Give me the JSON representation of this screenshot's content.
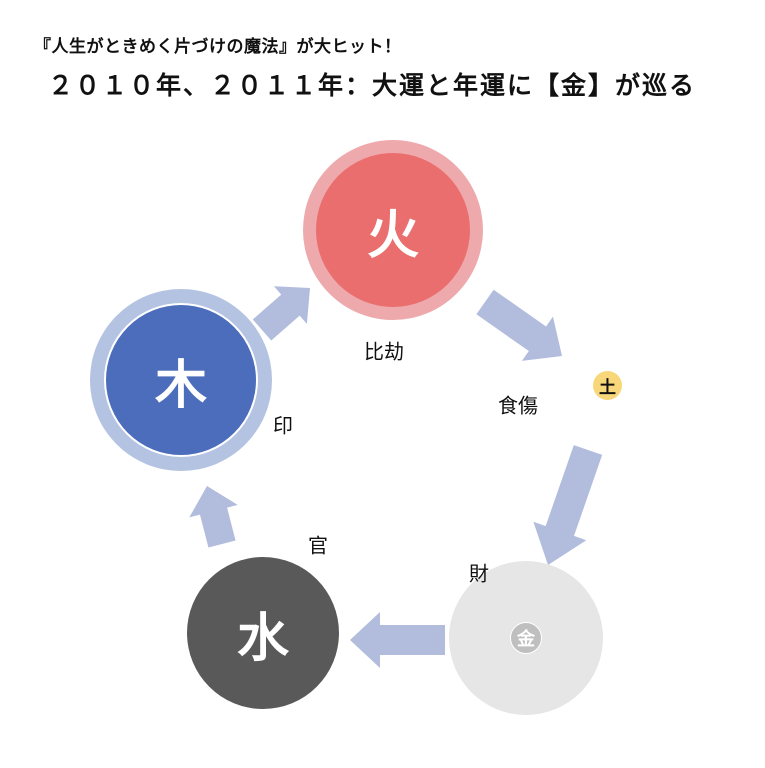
{
  "header": {
    "subtitle": "『人生がときめく片づけの魔法』が大ヒット！",
    "title": "２０１０年、２０１１年：大運と年運に【金】が巡る"
  },
  "elements": {
    "fire": {
      "label": "火",
      "color": "#eb6e6e",
      "ring": "#eea9ac"
    },
    "wood": {
      "label": "木",
      "color": "#4b6dbb",
      "ring": "#b4c3e2"
    },
    "water": {
      "label": "水",
      "color": "#595959"
    },
    "metal": {
      "label": "金",
      "color": "#e6e6e6",
      "badge": "#bfbfbf"
    },
    "earth": {
      "label": "土",
      "color": "#f8d77a"
    }
  },
  "relations": {
    "hikou": "比劫",
    "shokushou": "食傷",
    "in": "印",
    "kan": "官",
    "zai": "財"
  },
  "arrow_color": "#b2bcdd"
}
